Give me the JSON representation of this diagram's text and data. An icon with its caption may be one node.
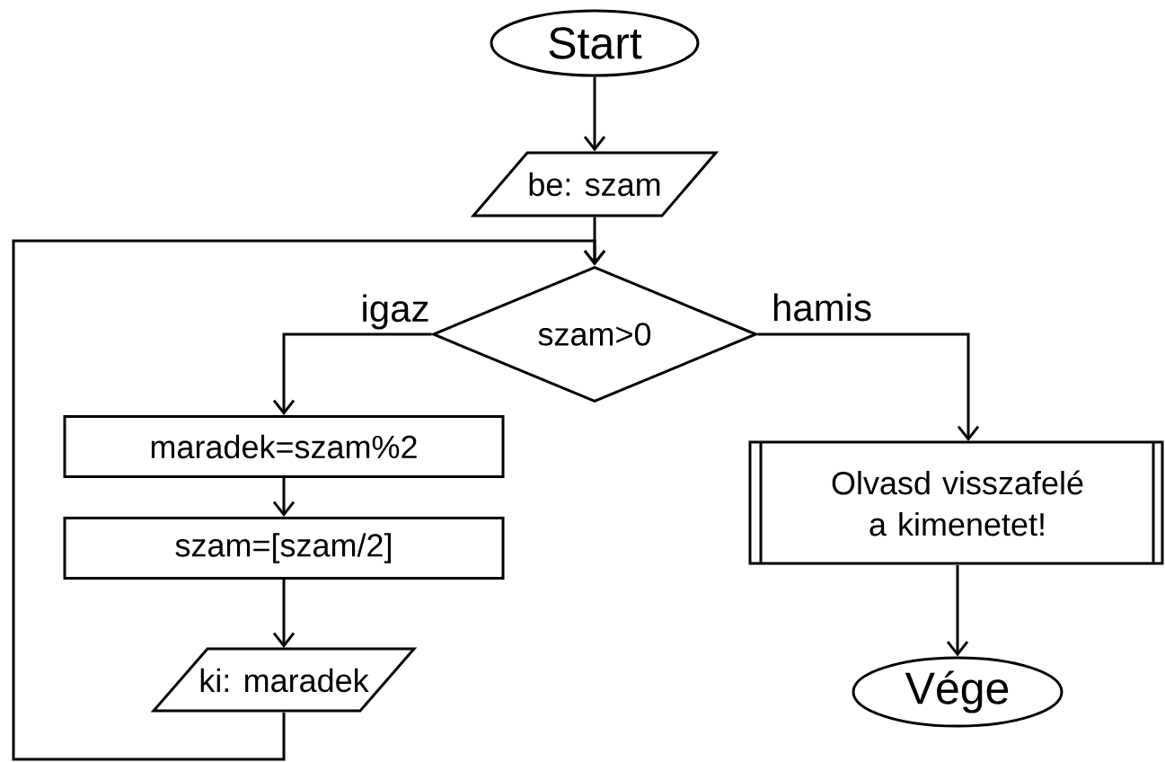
{
  "diagram": {
    "nodes": [
      {
        "text": [
          "Start"
        ]
      },
      {
        "text": [
          "be: szam"
        ]
      },
      {
        "text": [
          "szam>0"
        ]
      },
      {
        "text": [
          "maradek=szam%2"
        ]
      },
      {
        "text": [
          "szam=[szam/2]"
        ]
      },
      {
        "text": [
          "ki: maradek"
        ]
      },
      {
        "text": [
          "Olvasd visszafelé a kimenetet!"
        ]
      },
      {
        "text": [
          "Vége"
        ]
      }
    ],
    "edges": [
      {
        "from": 0,
        "to": 1,
        "arrow": "to"
      },
      {
        "from": 1,
        "to": 2,
        "arrow": "to"
      },
      {
        "from": 2,
        "to": 3,
        "arrow": "to",
        "label": "igaz"
      },
      {
        "from": 2,
        "to": 6,
        "arrow": "to",
        "label": "hamis"
      },
      {
        "from": 3,
        "to": 4,
        "arrow": "to"
      },
      {
        "from": 4,
        "to": 5,
        "arrow": "to"
      },
      {
        "from": 5,
        "to": 2,
        "arrow": "to"
      },
      {
        "from": 6,
        "to": 7,
        "arrow": "to"
      }
    ]
  }
}
